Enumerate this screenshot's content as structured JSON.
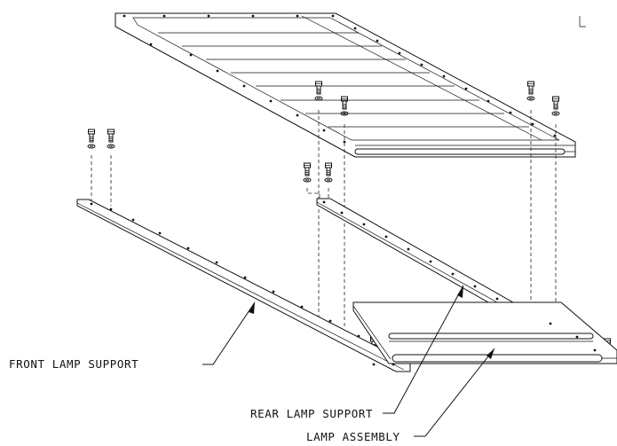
{
  "labels": {
    "front_lamp_support": "FRONT LAMP SUPPORT",
    "rear_lamp_support": "REAR LAMP SUPPORT",
    "lamp_assembly": "LAMP ASSEMBLY"
  },
  "colors": {
    "line": "#111111",
    "background": "#ffffff"
  },
  "icons": [
    "screw-icon",
    "washer-icon",
    "leader-arrow-icon"
  ]
}
